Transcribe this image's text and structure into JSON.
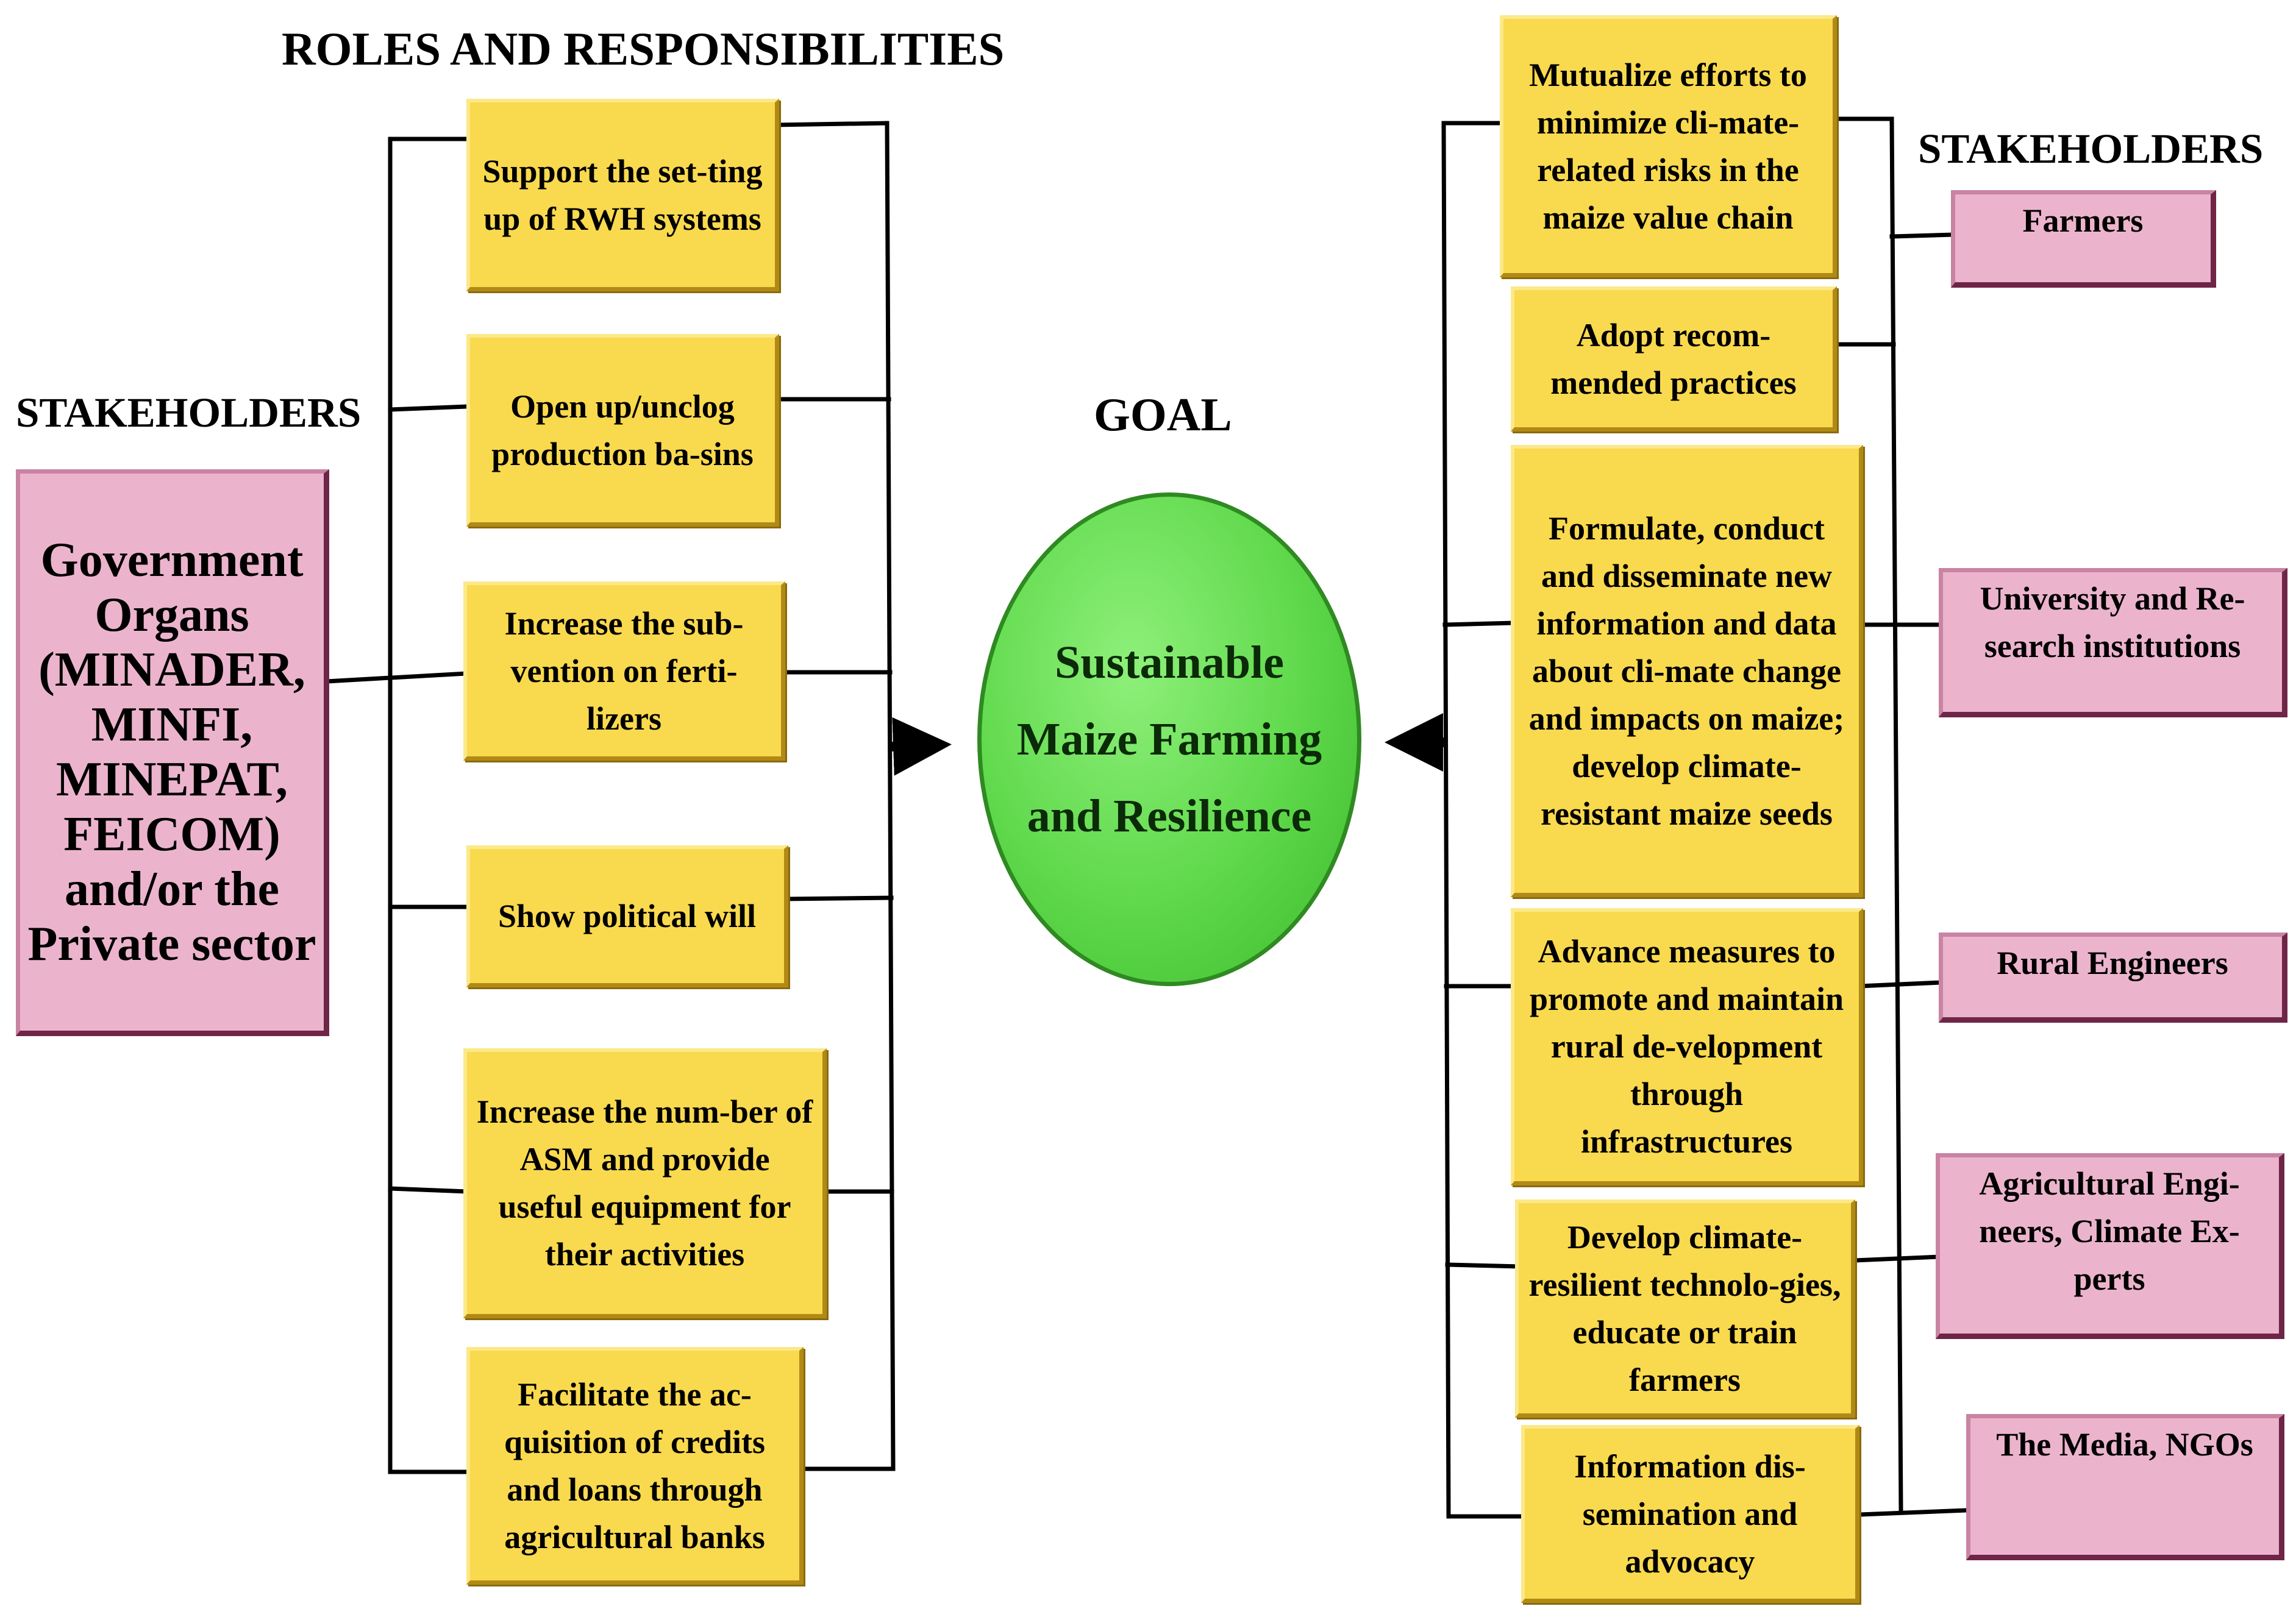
{
  "headings": {
    "roles": "ROLES AND RESPONSIBILITIES",
    "stakeholders_left": "STAKEHOLDERS",
    "stakeholders_right": "STAKEHOLDERS",
    "goal": "GOAL"
  },
  "goal": {
    "text": "Sustainable Maize Farming and Resilience"
  },
  "left_stakeholder": {
    "text": "Government Organs (MINADER, MINFI, MINEPAT, FEICOM) and/or the Private sector"
  },
  "left_roles": [
    {
      "text": "Support the set-ting up of RWH systems"
    },
    {
      "text": "Open up/unclog production ba-sins"
    },
    {
      "text": "Increase the sub-vention on ferti-lizers"
    },
    {
      "text": "Show political will"
    },
    {
      "text": "Increase the num-ber of ASM and provide useful equipment for their activities"
    },
    {
      "text": "Facilitate the ac-quisition of credits and loans through agricultural banks"
    }
  ],
  "right_roles": [
    {
      "text": "Mutualize efforts to minimize cli-mate-related risks in the maize value chain"
    },
    {
      "text": "Adopt recom-mended practices"
    },
    {
      "text": "Formulate, conduct and disseminate new information and data about cli-mate change and impacts on maize; develop climate-resistant maize seeds"
    },
    {
      "text": "Advance measures to promote and maintain rural de-velopment through infrastructures"
    },
    {
      "text": "Develop climate-resilient technolo-gies, educate or train farmers"
    },
    {
      "text": "Information dis-semination and advocacy"
    }
  ],
  "right_stakeholders": [
    {
      "text": "Farmers"
    },
    {
      "text": "University and Re-search institutions"
    },
    {
      "text": "Rural Engineers"
    },
    {
      "text": "Agricultural Engi-neers, Climate Ex-perts"
    },
    {
      "text": "The Media, NGOs"
    }
  ]
}
